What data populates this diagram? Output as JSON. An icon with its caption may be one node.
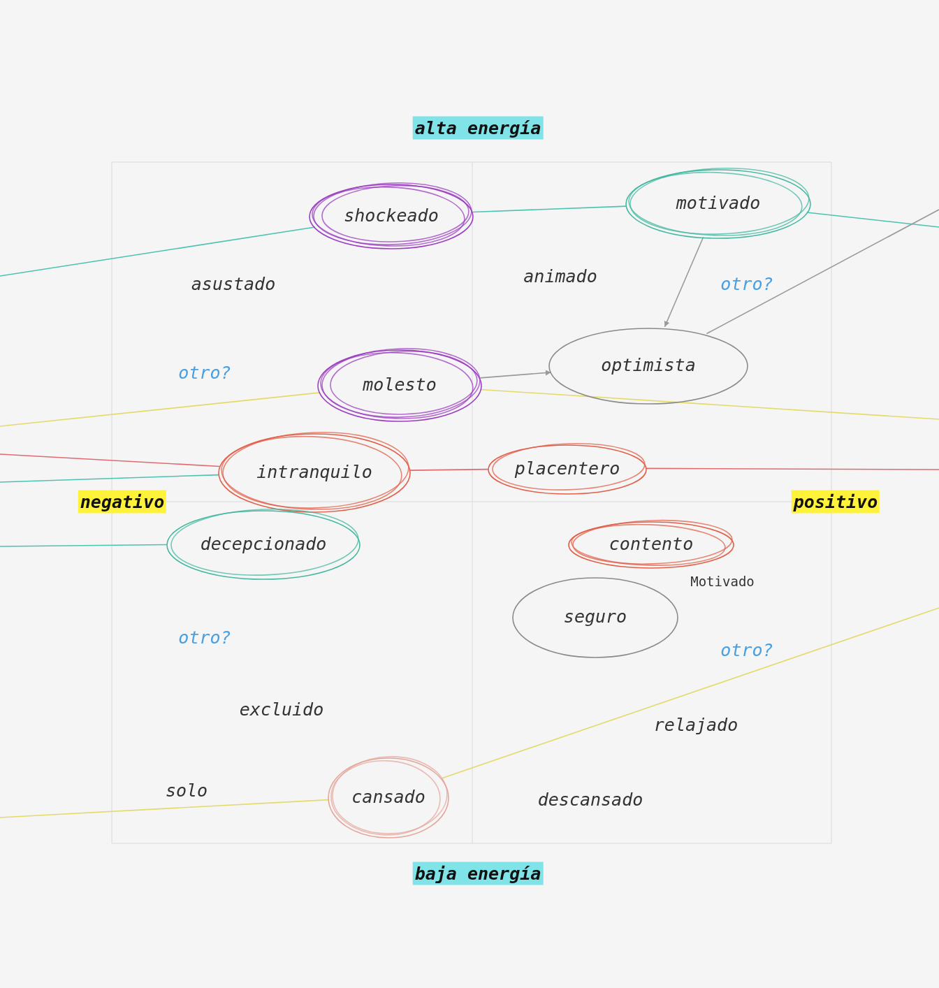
{
  "diagram": {
    "nodes": [
      {
        "text": [
          "shockeado"
        ]
      },
      {
        "text": [
          "motivado"
        ]
      },
      {
        "text": [
          "molesto"
        ]
      },
      {
        "text": [
          "optimista"
        ]
      },
      {
        "text": [
          "intranquilo"
        ]
      },
      {
        "text": [
          "placentero"
        ]
      },
      {
        "text": [
          "decepcionado"
        ]
      },
      {
        "text": [
          "contento"
        ]
      },
      {
        "text": [
          "seguro"
        ]
      },
      {
        "text": [
          "cansado"
        ]
      }
    ],
    "edges": [
      {
        "from": null,
        "to": 0,
        "arrow": "none",
        "color": "#4cc3b0"
      },
      {
        "from": 0,
        "to": 1,
        "arrow": "none",
        "color": "#4cc3b0"
      },
      {
        "from": 1,
        "to": null,
        "arrow": "none",
        "color": "#4cc3b0"
      },
      {
        "from": 1,
        "to": 3,
        "arrow": "to"
      },
      {
        "from": 2,
        "to": 3,
        "arrow": "to"
      },
      {
        "from": 3,
        "to": null,
        "arrow": "none"
      },
      {
        "from": null,
        "to": 2,
        "arrow": "none",
        "color": "#e3da6a"
      },
      {
        "from": 2,
        "to": null,
        "arrow": "none",
        "color": "#e3da6a"
      },
      {
        "from": null,
        "to": 4,
        "arrow": "none",
        "color": "#e06a70"
      },
      {
        "from": 4,
        "to": 5,
        "arrow": "none",
        "color": "#e06a70"
      },
      {
        "from": 5,
        "to": null,
        "arrow": "none",
        "color": "#e06a70"
      },
      {
        "from": null,
        "to": 4,
        "arrow": "none",
        "color": "#4cc3b0"
      },
      {
        "from": null,
        "to": 6,
        "arrow": "none",
        "color": "#4cc3b0"
      },
      {
        "from": null,
        "to": 9,
        "arrow": "none",
        "color": "#e3da6a"
      },
      {
        "from": 9,
        "to": null,
        "arrow": "none",
        "color": "#e3da6a"
      }
    ],
    "labels": [
      "alta energía",
      "asustado",
      "animado",
      "otro?",
      "otro?",
      "negativo",
      "positivo",
      "Motivado",
      "otro?",
      "otro?",
      "excluido",
      "relajado",
      "solo",
      "descansado",
      "baja energía"
    ]
  }
}
